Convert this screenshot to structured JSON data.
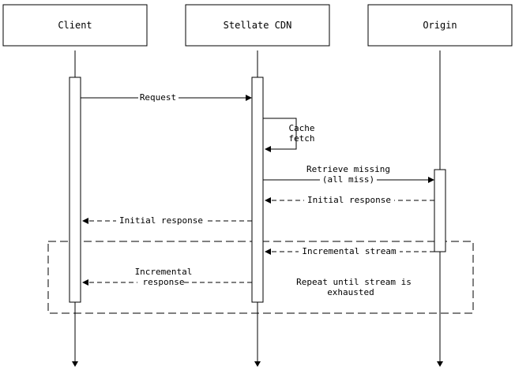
{
  "participants": {
    "client": "Client",
    "cdn": "Stellate CDN",
    "origin": "Origin"
  },
  "messages": {
    "request": "Request",
    "cache_fetch_line1": "Cache",
    "cache_fetch_line2": "fetch",
    "retrieve_missing_line1": "Retrieve missing",
    "retrieve_missing_line2": "(all miss)",
    "initial_response_origin": "Initial response",
    "initial_response_client": "Initial response",
    "incremental_stream": "Incremental stream",
    "incremental_response_line1": "Incremental",
    "incremental_response_line2": "response"
  },
  "loop": {
    "label_line1": "Repeat until stream is",
    "label_line2": "exhausted"
  }
}
